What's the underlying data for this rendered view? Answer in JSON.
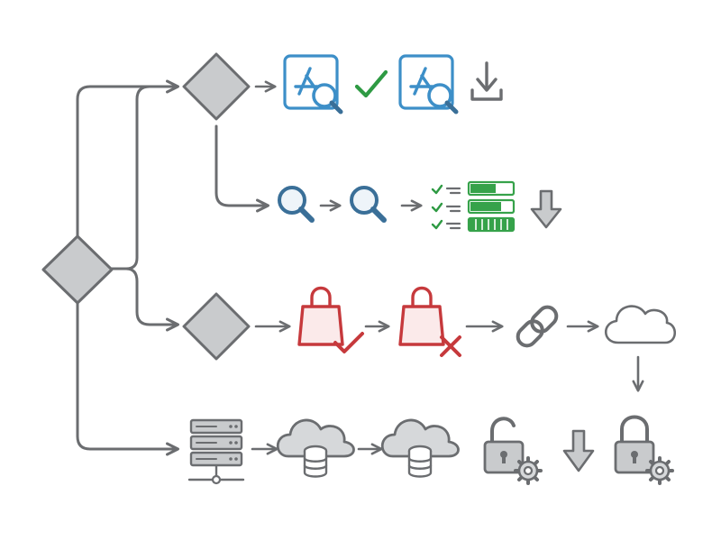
{
  "diagram": {
    "colors": {
      "connector": "#6b6d70",
      "decision_fill": "#c9cbcd",
      "app_store_blue": "#3d8fc8",
      "search_blue": "#3a6f98",
      "check_green": "#2e9a43",
      "progress_green": "#36a24a",
      "bag_red": "#c6393c",
      "neutral_gray": "#777a7d",
      "light_gray": "#d6d8da"
    },
    "nodes": [
      {
        "id": "start",
        "kind": "decision"
      },
      {
        "id": "decision-top",
        "kind": "decision"
      },
      {
        "id": "decision-mid",
        "kind": "decision"
      }
    ],
    "rows": [
      {
        "id": "app-store-row",
        "icons": [
          "app-store-search-icon",
          "checkmark-icon",
          "app-store-search-icon",
          "download-tray-icon"
        ]
      },
      {
        "id": "search-row",
        "icons": [
          "magnifier-icon",
          "magnifier-icon",
          "checklist-progress-icon",
          "down-arrow-icon"
        ]
      },
      {
        "id": "shopping-row",
        "icons": [
          "shopping-bag-check-icon",
          "shopping-bag-x-icon",
          "chain-link-icon",
          "cloud-icon"
        ]
      },
      {
        "id": "server-row",
        "icons": [
          "server-stack-icon",
          "cloud-database-icon",
          "cloud-database-icon",
          "unlocked-gear-icon",
          "down-arrow-icon",
          "locked-gear-icon"
        ]
      }
    ]
  }
}
